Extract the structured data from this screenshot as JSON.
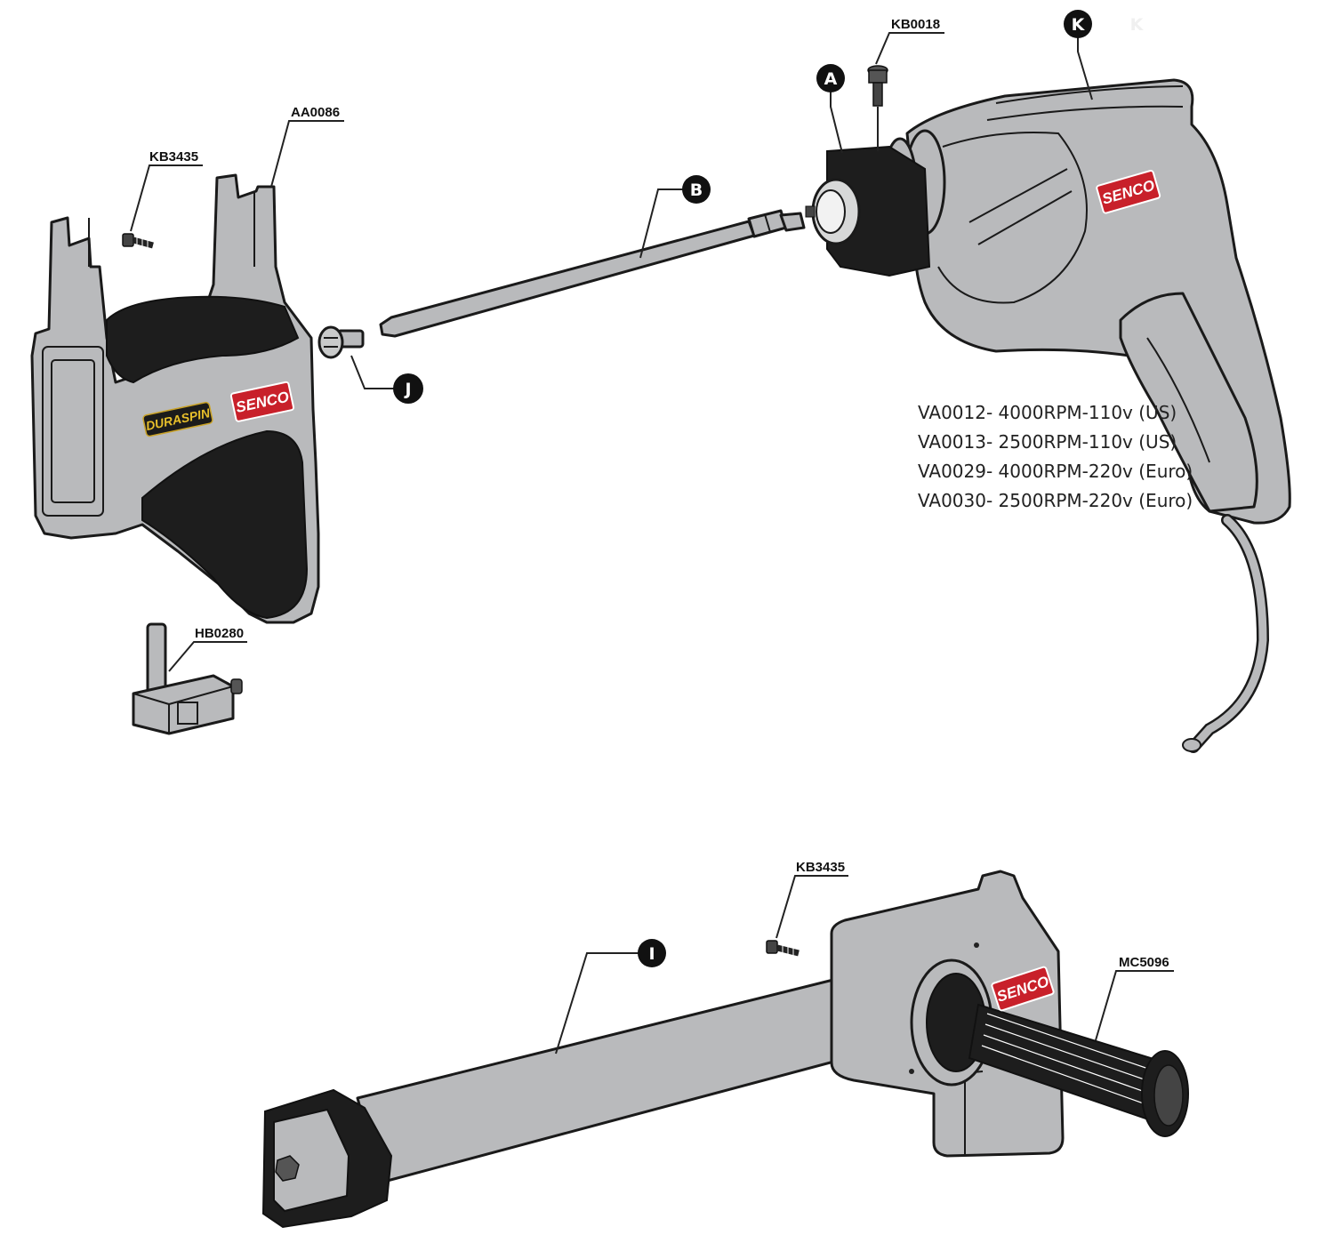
{
  "part_numbers": {
    "aa0086": "AA0086",
    "kb3435_top": "KB3435",
    "hb0280": "HB0280",
    "kb0018": "KB0018",
    "kb3435_bottom": "KB3435",
    "mc5096": "MC5096"
  },
  "callouts": {
    "a": "A",
    "b": "B",
    "j": "J",
    "k": "K",
    "i": "I",
    "k_faint": "K"
  },
  "models": [
    "VA0012- 4000RPM-110v (US)",
    "VA0013- 2500RPM-110v (US)",
    "VA0029- 4000RPM-220v (Euro)",
    "VA0030- 2500RPM-220v (Euro)"
  ],
  "brand": {
    "senco": "SENCO",
    "duraspin": "DURASPIN"
  },
  "colors": {
    "part_fill": "#b9babc",
    "outline": "#1a1a1a",
    "senco_red": "#c8202a",
    "duraspin_gold": "#e7bf2b"
  }
}
